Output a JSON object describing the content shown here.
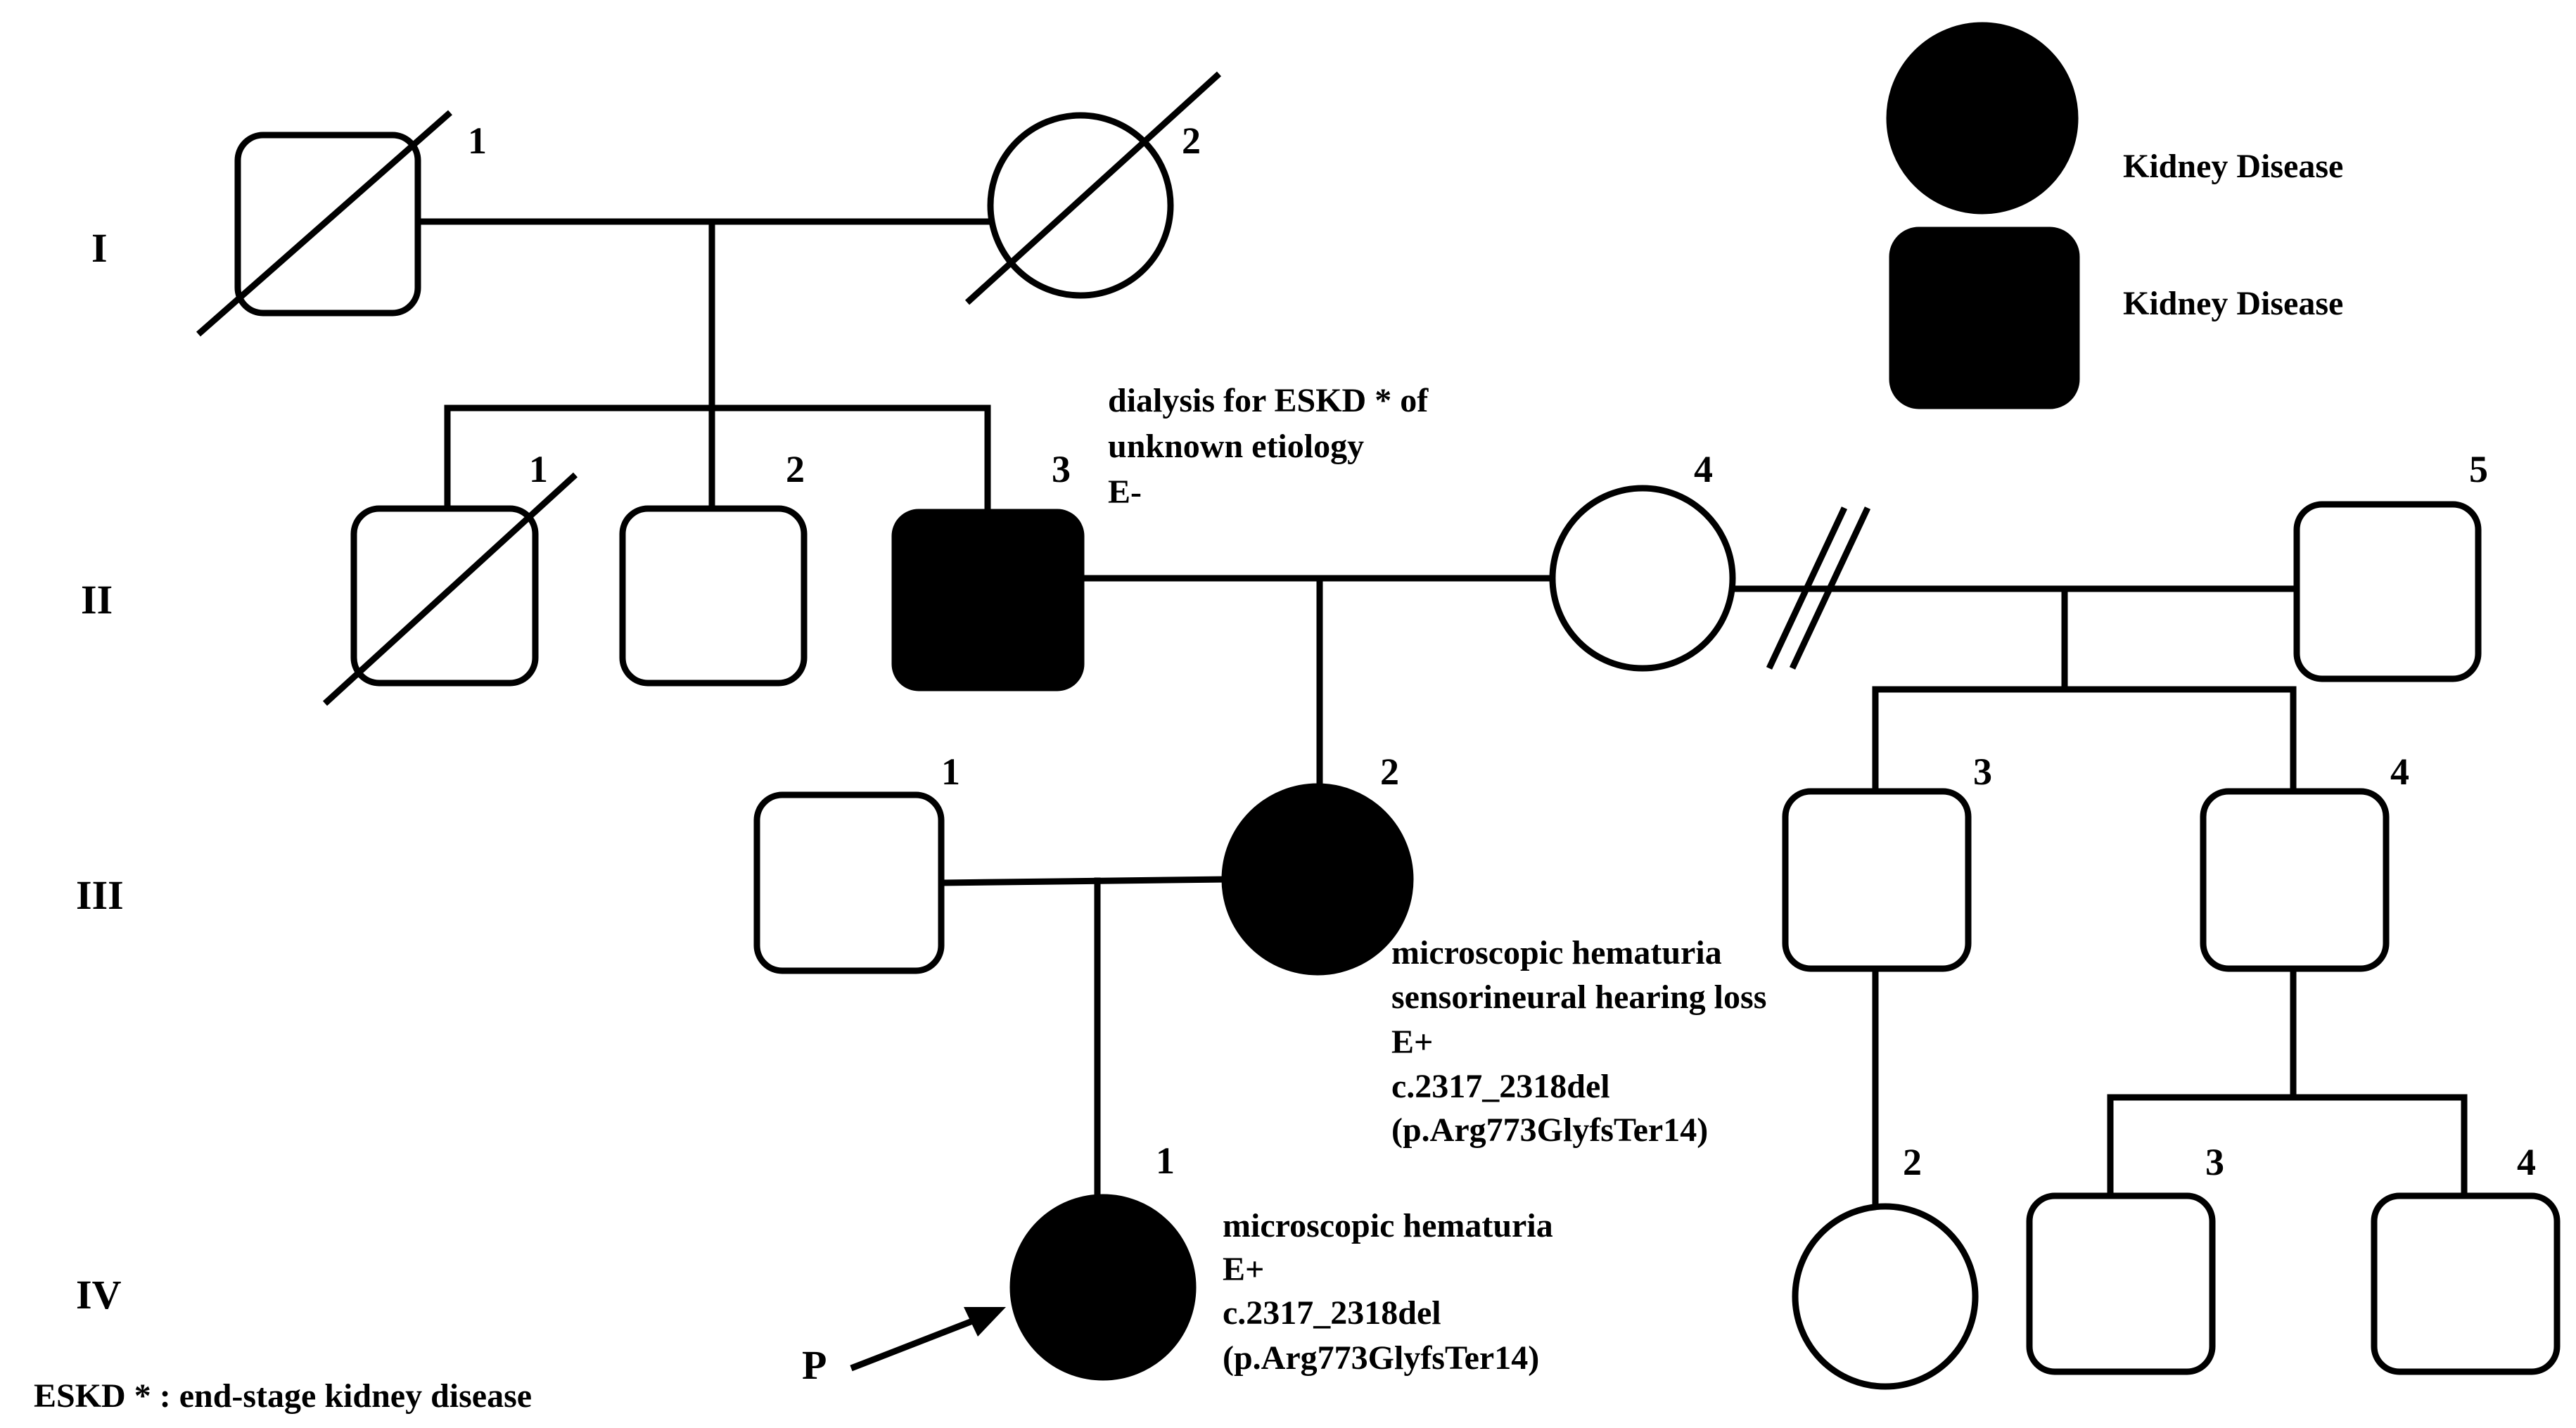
{
  "generations": [
    "I",
    "II",
    "III",
    "IV"
  ],
  "individuals": {
    "I_1": {
      "label": "1"
    },
    "I_2": {
      "label": "2"
    },
    "II_1": {
      "label": "1"
    },
    "II_2": {
      "label": "2"
    },
    "II_3": {
      "label": "3",
      "notes": [
        "dialysis for ESKD * of",
        "unknown etiology",
        "E-"
      ]
    },
    "II_4": {
      "label": "4"
    },
    "II_5": {
      "label": "5"
    },
    "III_1": {
      "label": "1"
    },
    "III_2": {
      "label": "2",
      "notes": [
        "microscopic hematuria",
        "sensorineural hearing loss",
        "E+",
        "c.2317_2318del",
        "(p.Arg773GlyfsTer14)"
      ]
    },
    "III_3": {
      "label": "3"
    },
    "III_4": {
      "label": "4"
    },
    "IV_1": {
      "label": "1",
      "notes": [
        "microscopic hematuria",
        "E+",
        "c.2317_2318del",
        "(p.Arg773GlyfsTer14)"
      ]
    },
    "IV_2": {
      "label": "2"
    },
    "IV_3": {
      "label": "3"
    },
    "IV_4": {
      "label": "4"
    }
  },
  "proband_label": "P",
  "legend": {
    "female_affected": "Kidney Disease",
    "male_affected": "Kidney Disease"
  },
  "footnote": "ESKD * : end-stage kidney disease"
}
